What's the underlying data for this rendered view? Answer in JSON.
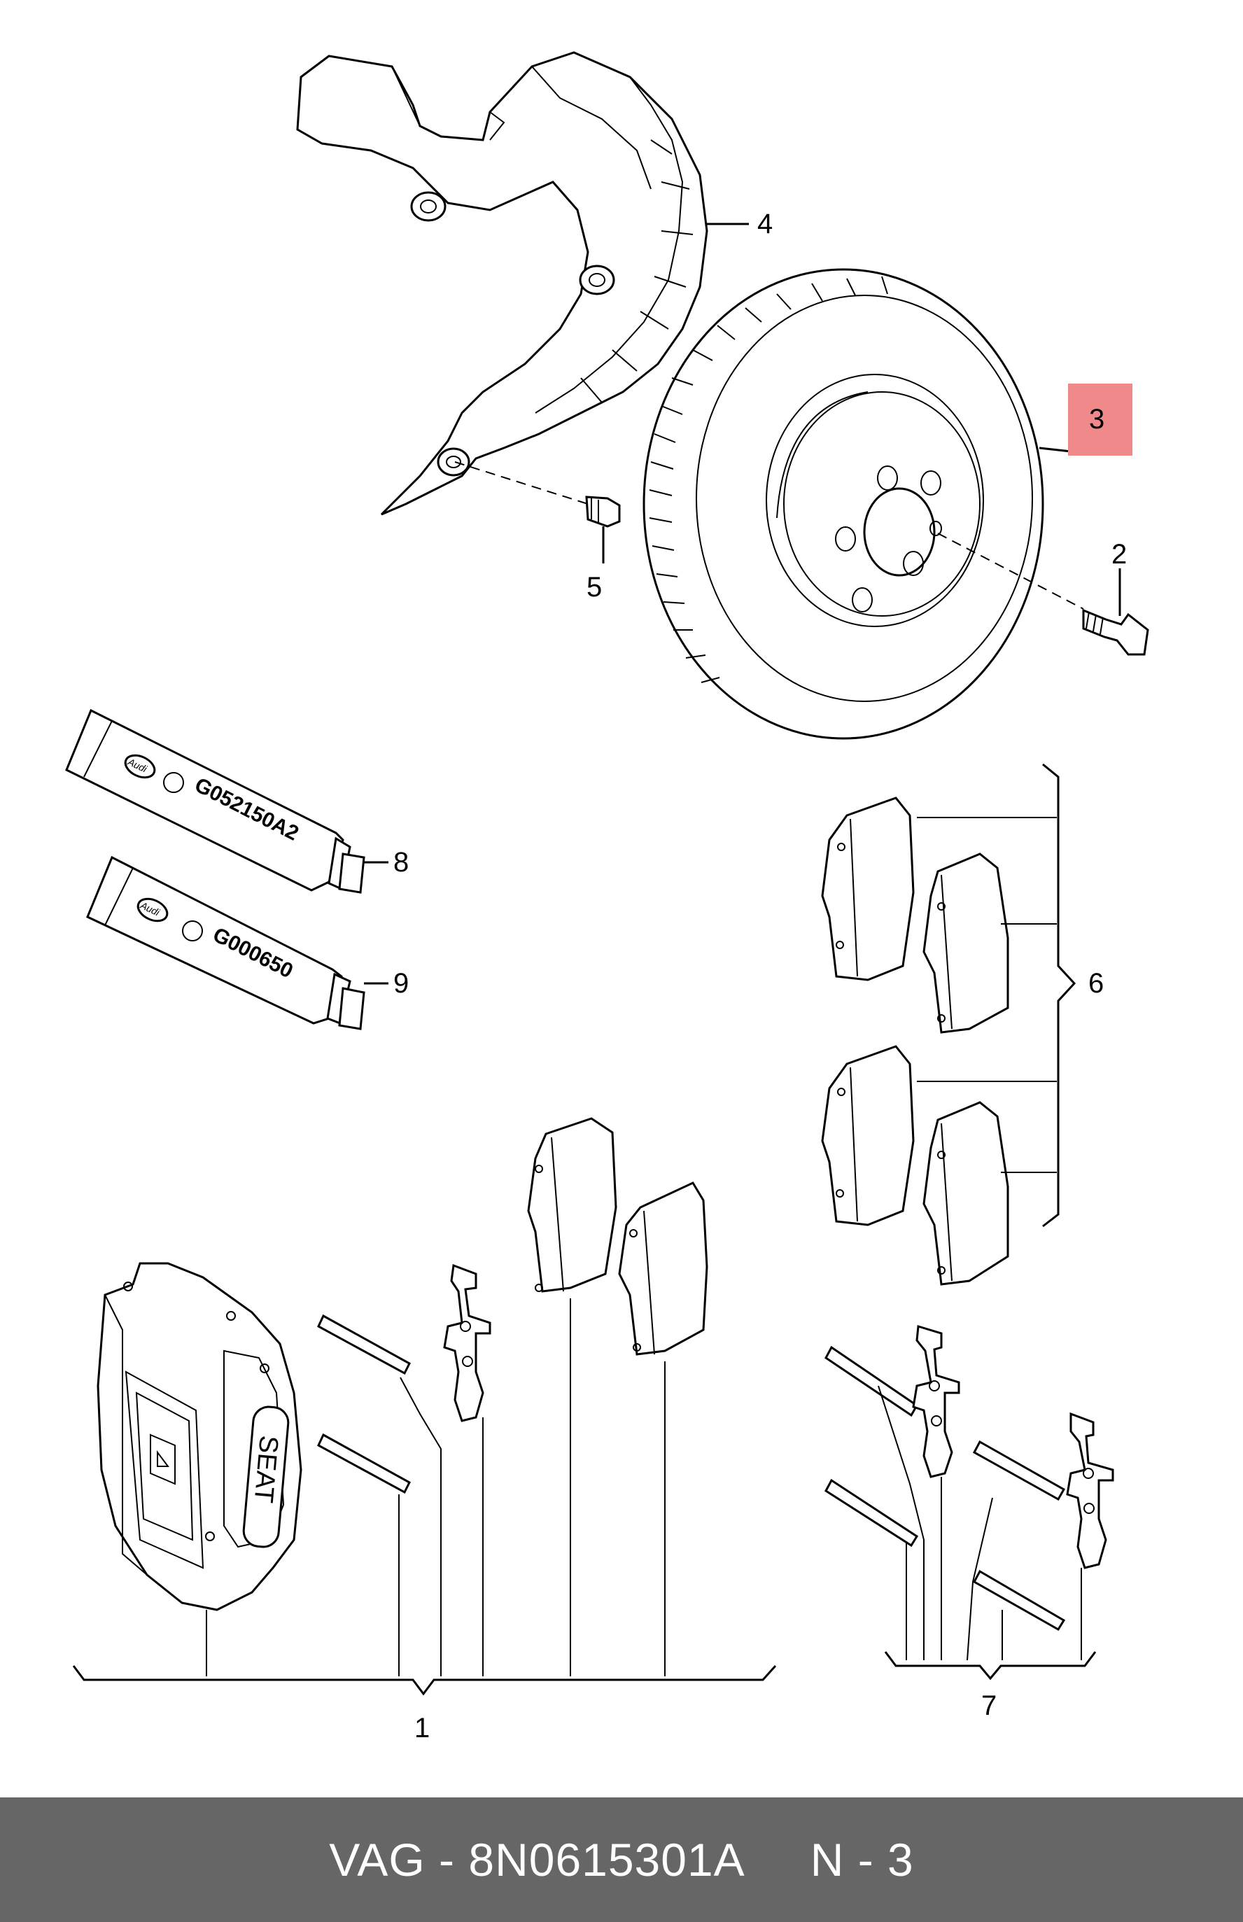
{
  "callouts": {
    "c1": "1",
    "c2": "2",
    "c3": "3",
    "c4": "4",
    "c5": "5",
    "c6": "6",
    "c7": "7",
    "c8": "8",
    "c9": "9"
  },
  "tubes": {
    "tube1_code": "G052150A2",
    "tube2_code": "G000650",
    "brand": "Audi"
  },
  "caliper_badge": "SEAT",
  "highlight_color": "#f08a8a",
  "footer": {
    "text": "VAG - 8N0615301A     N - 3",
    "background": "#666666"
  }
}
